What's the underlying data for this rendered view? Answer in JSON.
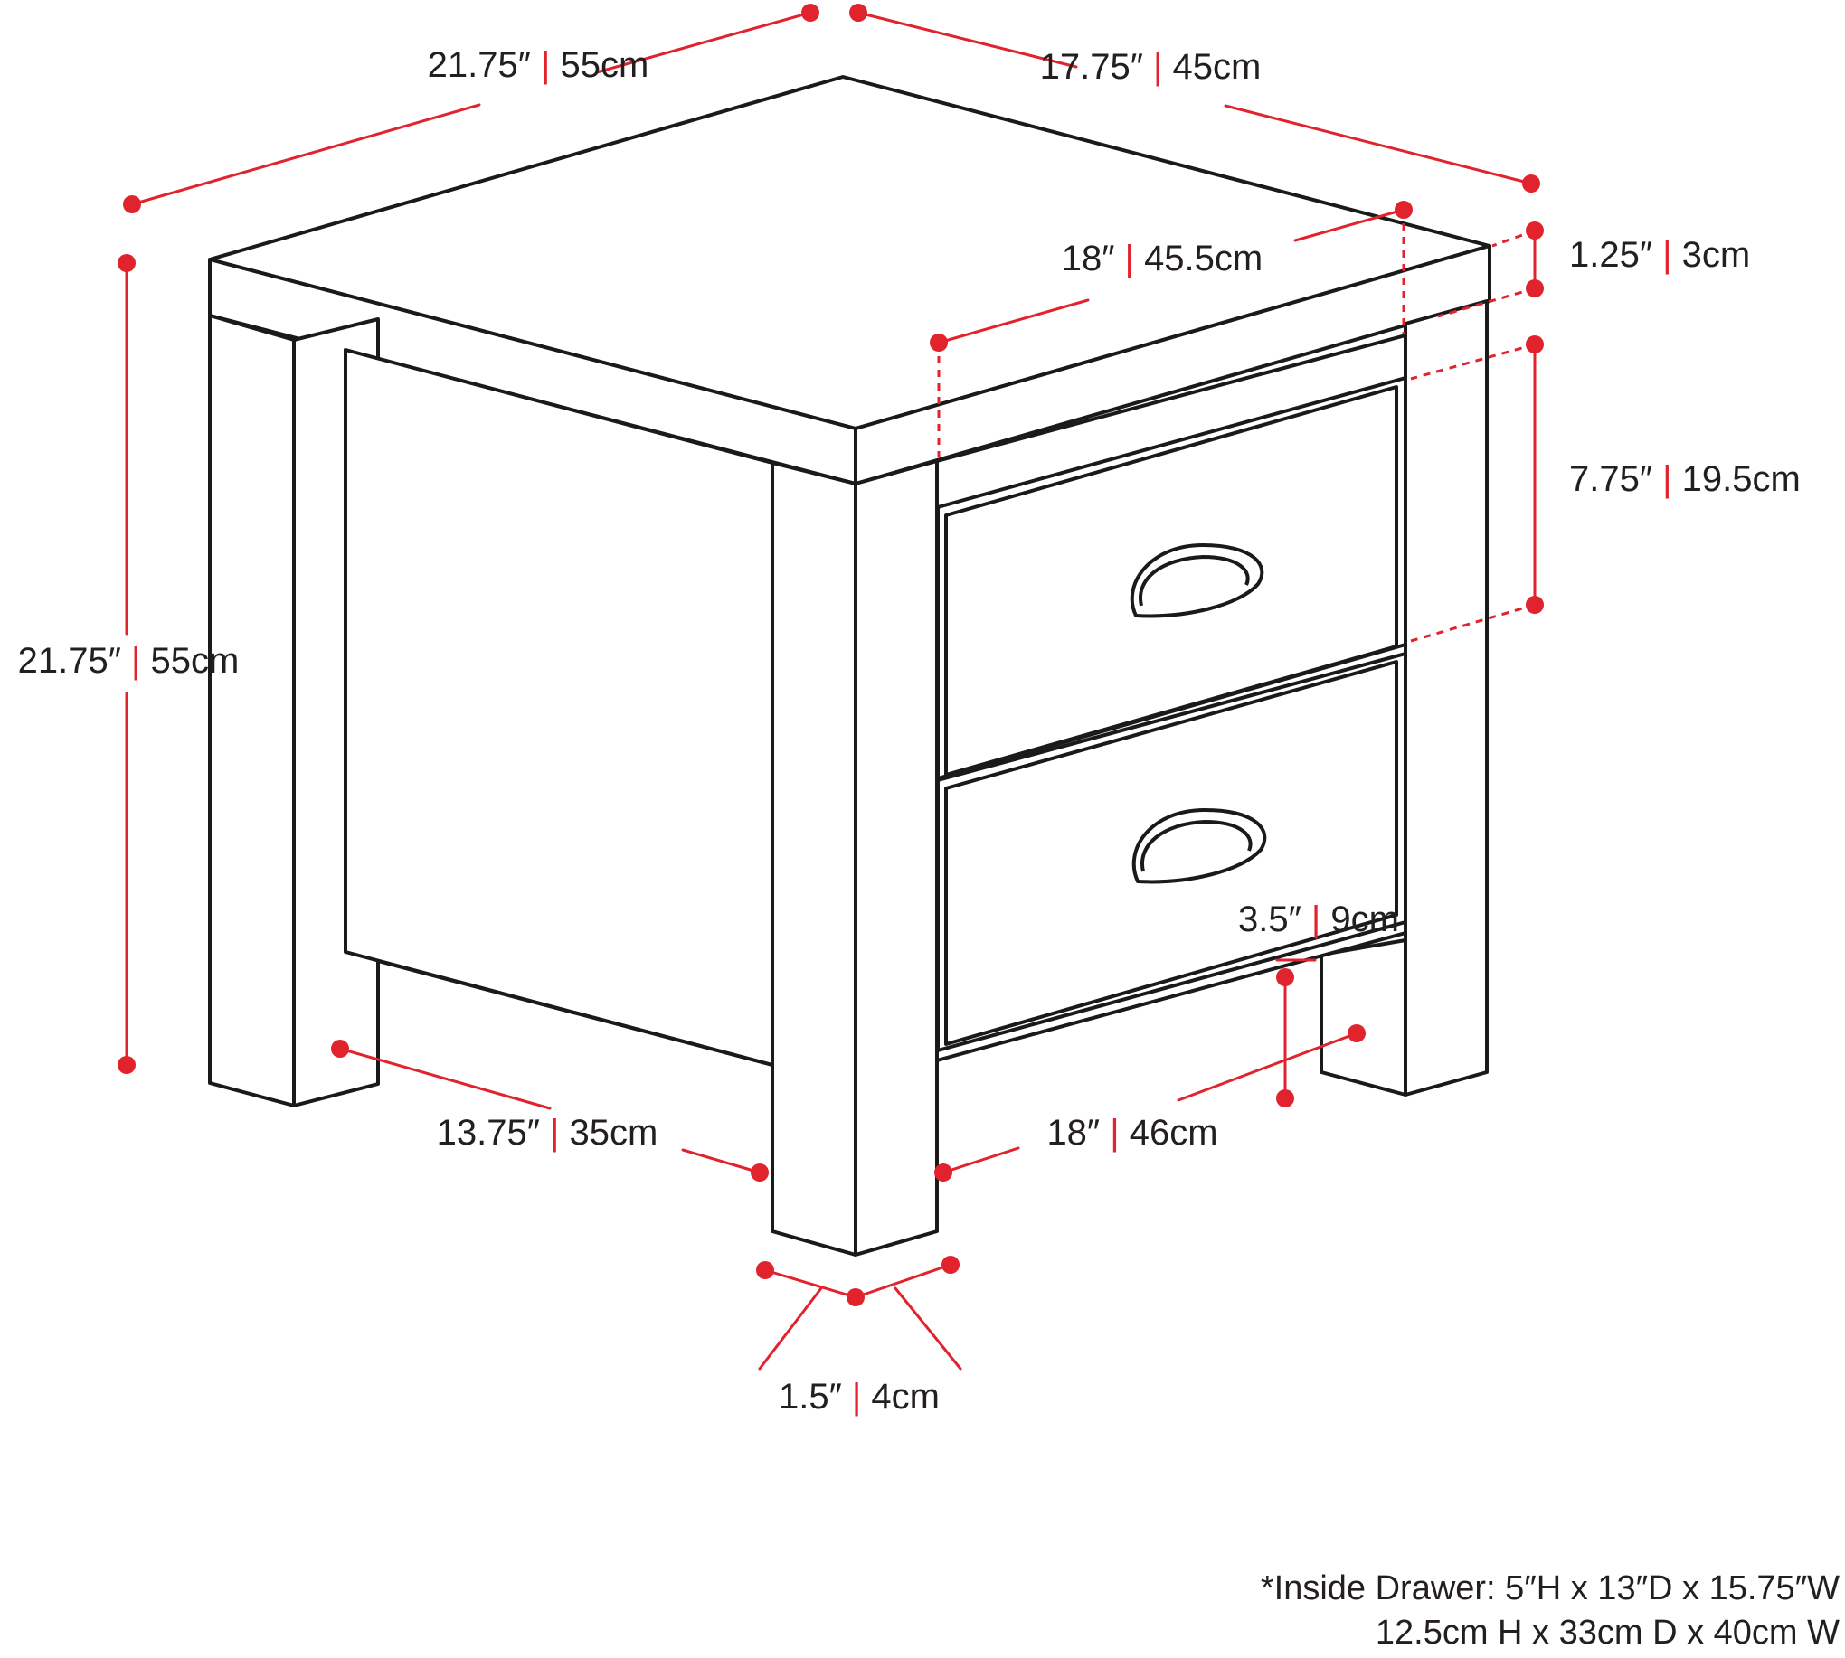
{
  "colors": {
    "outline": "#1a1a1a",
    "dimension": "#e0232d",
    "text": "#231f20",
    "background": "#ffffff"
  },
  "separator": "|",
  "dimensions": {
    "top_width": {
      "in": "21.75″",
      "cm": "55cm"
    },
    "top_depth": {
      "in": "17.75″",
      "cm": "45cm"
    },
    "drawer_width": {
      "in": "18″",
      "cm": "45.5cm"
    },
    "top_thickness": {
      "in": "1.25″",
      "cm": "3cm"
    },
    "drawer_height": {
      "in": "7.75″",
      "cm": "19.5cm"
    },
    "overall_height": {
      "in": "21.75″",
      "cm": "55cm"
    },
    "leg_clearance": {
      "in": "3.5″",
      "cm": "9cm"
    },
    "side_depth": {
      "in": "13.75″",
      "cm": "35cm"
    },
    "front_width": {
      "in": "18″",
      "cm": "46cm"
    },
    "leg_width": {
      "in": "1.5″",
      "cm": "4cm"
    }
  },
  "inside_drawer": {
    "line1": "*Inside Drawer: 5″H x 13″D x 15.75″W",
    "line2": "12.5cm H x 33cm D x 40cm W"
  }
}
